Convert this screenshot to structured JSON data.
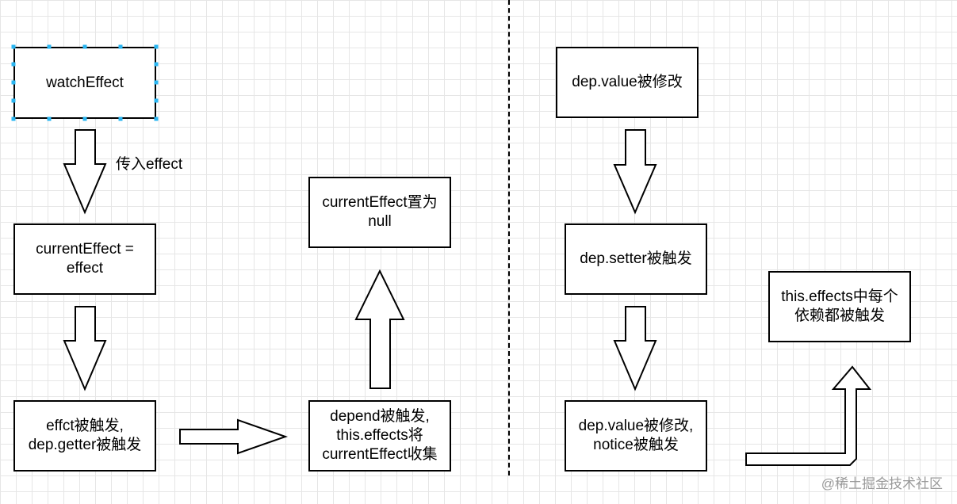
{
  "nodes": {
    "watch_effect": "watchEffect",
    "current_effect_assign": "currentEffect =\neffect",
    "effect_triggered": "effct被触发,\ndep.getter被触发",
    "depend_triggered": "depend被触发,\nthis.effects将\ncurrentEffect收集",
    "current_effect_null": "currentEffect置为\nnull",
    "dep_value_modified": "dep.value被修改",
    "dep_setter_triggered": "dep.setter被触发",
    "dep_value_notice": "dep.value被修改,\nnotice被触发",
    "effects_each_triggered": "this.effects中每个\n依赖都被触发"
  },
  "edge_labels": {
    "pass_effect": "传入effect"
  },
  "watermark": "@稀土掘金技术社区"
}
